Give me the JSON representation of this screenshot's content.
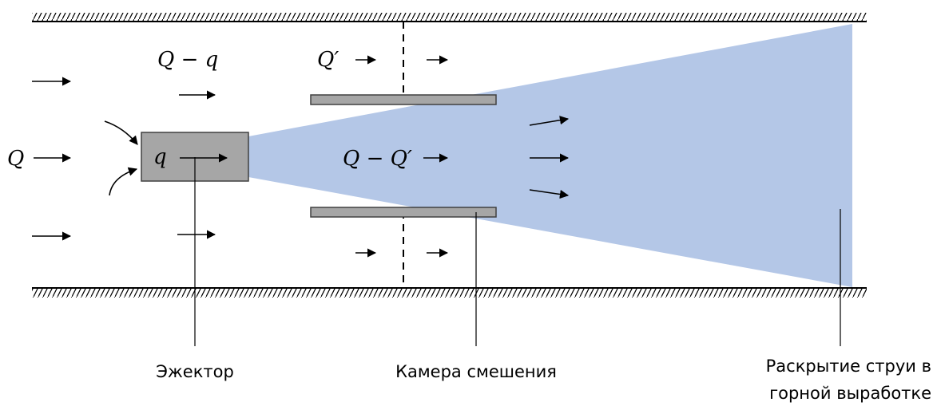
{
  "labels": {
    "q_minus_small_q": "Q − q",
    "q_prime": "Q′",
    "q_in": "Q",
    "q_small": "q",
    "q_minus_q_prime": "Q − Q′"
  },
  "captions": {
    "ejector": "Эжектор",
    "mixing_chamber": "Камера смешения",
    "jet_opening_line1": "Раскрытие струи в",
    "jet_opening_line2": "горной выработке"
  },
  "colors": {
    "jet": "#b4c7e7",
    "ejector_body": "#a6a6a6",
    "chamber_plate": "#a6a6a6",
    "line": "#000000"
  }
}
